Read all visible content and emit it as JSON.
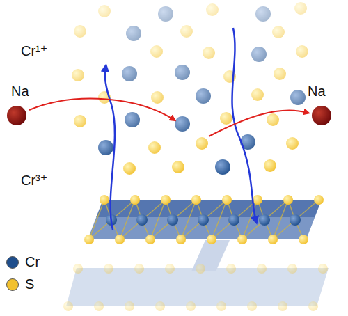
{
  "diagram": {
    "labels": [
      "Cr¹⁺",
      "Na",
      "Na",
      "Cr³⁺"
    ],
    "legend": [
      {
        "text": "Cr",
        "color": "#1f4e8c"
      },
      {
        "text": "S",
        "color": "#f2c12e"
      }
    ]
  }
}
